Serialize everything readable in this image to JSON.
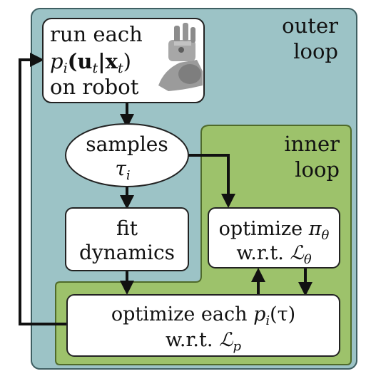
{
  "outer": {
    "label_line1": "outer",
    "label_line2": "loop",
    "color": "#9cc3c6",
    "border": "#3f5f62"
  },
  "inner": {
    "label_line1": "inner",
    "label_line2": "loop",
    "color": "#9dc26b",
    "border": "#4f6a2a"
  },
  "nodes": {
    "run": {
      "line1": "run each",
      "line2_math": "p",
      "line2_sub": "i",
      "line2_rest": "(u",
      "line2_ut_sub": "t",
      "line2_bar": "|x",
      "line2_xt_sub": "t",
      "line2_close": ")",
      "line3": "on robot",
      "image_desc": "robot-arm-image"
    },
    "samples": {
      "line1": "samples",
      "line2_math": "τ",
      "line2_sub": "i"
    },
    "fit": {
      "line1": "fit",
      "line2": "dynamics"
    },
    "optimize_pi": {
      "line1_text": "optimize ",
      "line1_math": "π",
      "line1_sub": "θ",
      "line2_text": "w.r.t. ",
      "line2_math": "ℒ",
      "line2_sub": "θ"
    },
    "optimize_p": {
      "line1_text": "optimize each ",
      "line1_math": "p",
      "line1_sub": "i",
      "line1_rest": "(τ)",
      "line2_text": "w.r.t. ",
      "line2_math": "ℒ",
      "line2_sub": "p"
    }
  }
}
